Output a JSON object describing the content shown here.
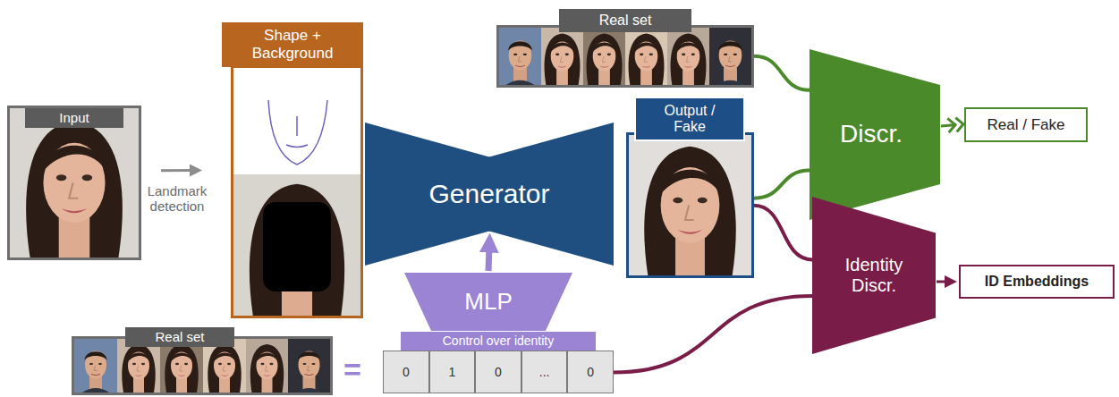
{
  "diagram": {
    "nodes": [
      {
        "text": [
          "Input"
        ]
      },
      {
        "text": [
          "Shape + Background"
        ]
      },
      {
        "text": [
          "Generator"
        ]
      },
      {
        "text": [
          "Real set"
        ]
      },
      {
        "text": [
          "Output / Fake"
        ]
      },
      {
        "text": [
          "Discr."
        ]
      },
      {
        "text": [
          "Real / Fake"
        ]
      },
      {
        "text": [
          "Identity Discr."
        ]
      },
      {
        "text": [
          "ID Embeddings"
        ]
      },
      {
        "text": [
          "MLP"
        ]
      },
      {
        "text": [
          "Real set"
        ]
      },
      {
        "text": [
          "Control over identity"
        ]
      },
      {
        "text": [
          "0"
        ],
        "in": 11
      },
      {
        "text": [
          "1"
        ],
        "in": 11
      },
      {
        "text": [
          "0"
        ],
        "in": 11
      },
      {
        "text": [
          "..."
        ],
        "in": 11
      },
      {
        "text": [
          "0"
        ],
        "in": 11
      }
    ],
    "edges": [
      {
        "from": 0,
        "to": 1,
        "label": "Landmark detection",
        "arrow": "to"
      },
      {
        "from": 9,
        "to": 2,
        "arrow": "to"
      },
      {
        "from": 3,
        "to": 5,
        "arrow": "none"
      },
      {
        "from": 4,
        "to": 5,
        "arrow": "none"
      },
      {
        "from": 5,
        "to": 6,
        "arrow": "to"
      },
      {
        "from": 4,
        "to": 7,
        "arrow": "none"
      },
      {
        "from": 11,
        "to": 7,
        "arrow": "none"
      },
      {
        "from": 7,
        "to": 8,
        "arrow": "to"
      }
    ],
    "labels": [
      "="
    ]
  }
}
